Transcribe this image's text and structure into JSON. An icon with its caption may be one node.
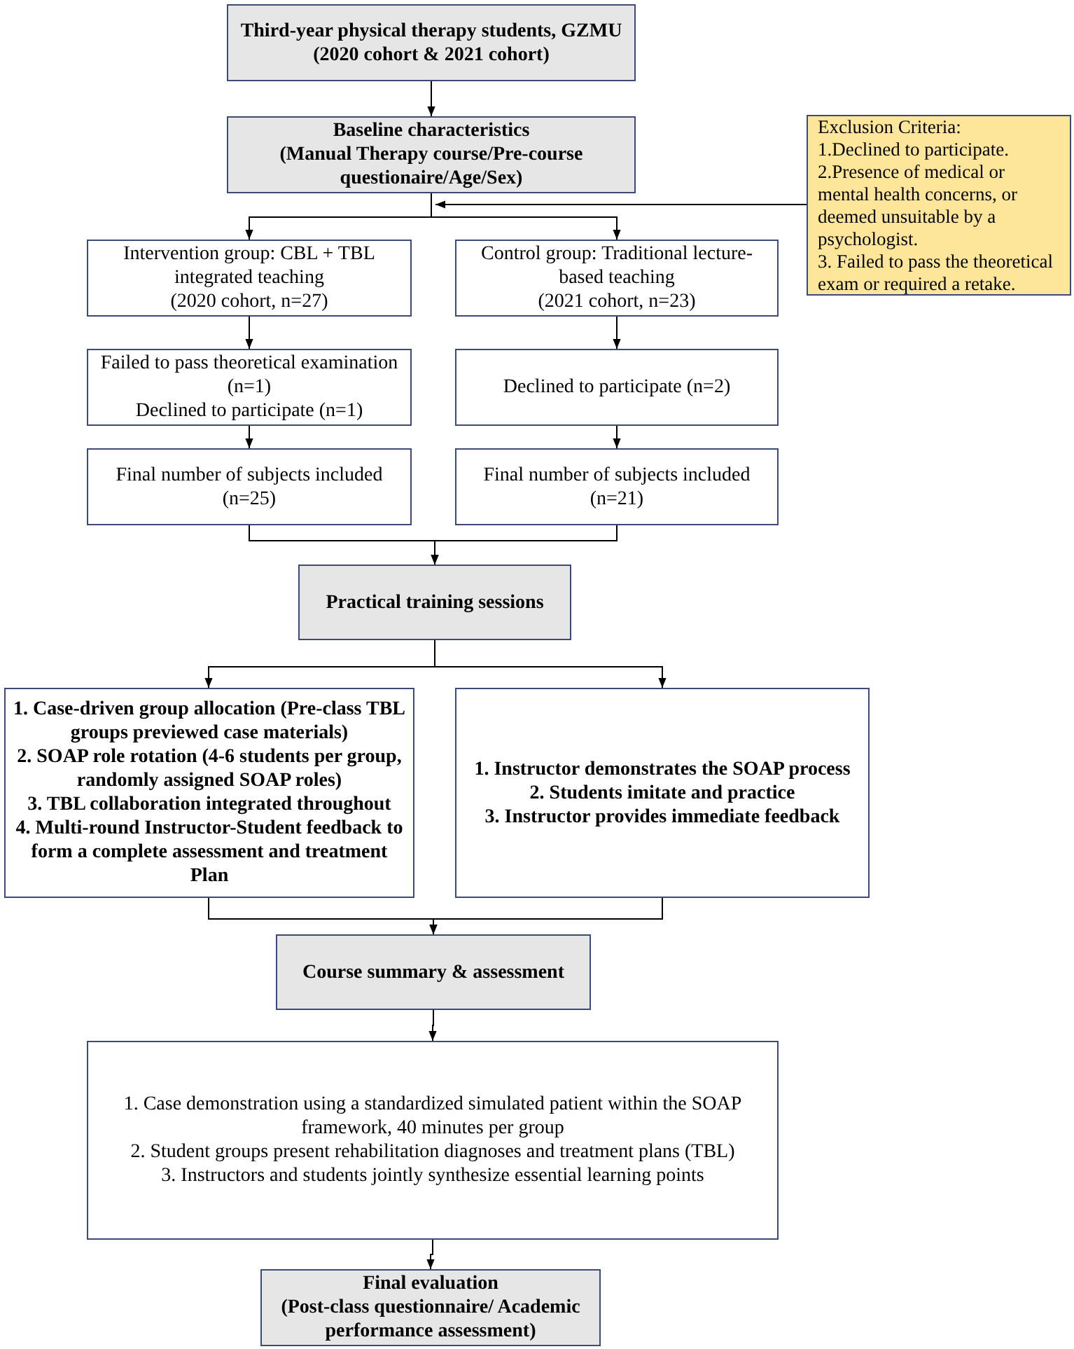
{
  "diagram": {
    "nodes": [
      {
        "text": [
          "Third-year physical therapy students, GZMU (2020 cohort & 2021 cohort)"
        ]
      },
      {
        "text": [
          "Baseline characteristics",
          "(Manual Therapy course/Pre-course questionaire/Age/Sex)"
        ]
      },
      {
        "text": [
          "Exclusion Criteria:",
          "1.Declined to participate.",
          "2.Presence of medical or mental health concerns, or deemed unsuitable by a psychologist.",
          "3. Failed to pass the theoretical exam or required a retake."
        ]
      },
      {
        "text": [
          "Intervention group: CBL + TBL integrated teaching",
          "(2020 cohort, n=27)"
        ]
      },
      {
        "text": [
          "Control group: Traditional lecture-based teaching",
          "(2021 cohort, n=23)"
        ]
      },
      {
        "text": [
          "Failed to pass theoretical examination (n=1)",
          "Declined to participate (n=1)"
        ]
      },
      {
        "text": [
          "Declined to participate (n=2)"
        ]
      },
      {
        "text": [
          "Final number of subjects included",
          "(n=25)"
        ]
      },
      {
        "text": [
          "Final number of subjects included",
          "(n=21)"
        ]
      },
      {
        "text": [
          "Practical training sessions"
        ]
      },
      {
        "text": [
          "1. Case-driven group allocation (Pre-class TBL groups previewed case materials)",
          "2. SOAP role rotation (4-6 students per group, randomly assigned SOAP roles)",
          "3. TBL collaboration integrated throughout",
          "4. Multi-round Instructor-Student feedback to form a complete assessment and treatment Plan"
        ]
      },
      {
        "text": [
          "1. Instructor demonstrates the SOAP process",
          "2. Students imitate and practice",
          "3. Instructor provides immediate feedback"
        ]
      },
      {
        "text": [
          "Course summary & assessment"
        ]
      },
      {
        "text": [
          "1. Case demonstration using a standardized simulated patient within the SOAP framework, 40 minutes per group",
          "2. Student groups present rehabilitation diagnoses and treatment plans (TBL)",
          "3. Instructors and students jointly synthesize essential learning points"
        ]
      },
      {
        "text": [
          "Final evaluation",
          "(Post-class questionnaire/ Academic performance assessment)"
        ]
      }
    ],
    "edges": [
      {
        "from": 0,
        "to": 1,
        "arrow": "to"
      },
      {
        "from": 1,
        "to": 3,
        "arrow": "to"
      },
      {
        "from": 1,
        "to": 4,
        "arrow": "to"
      },
      {
        "from": 2,
        "to": 1,
        "arrow": "to"
      },
      {
        "from": 3,
        "to": 5,
        "arrow": "to"
      },
      {
        "from": 4,
        "to": 6,
        "arrow": "to"
      },
      {
        "from": 5,
        "to": 7,
        "arrow": "to"
      },
      {
        "from": 6,
        "to": 8,
        "arrow": "to"
      },
      {
        "from": 7,
        "to": 9,
        "arrow": "to"
      },
      {
        "from": 8,
        "to": 9,
        "arrow": "to"
      },
      {
        "from": 9,
        "to": 10,
        "arrow": "to"
      },
      {
        "from": 9,
        "to": 11,
        "arrow": "to"
      },
      {
        "from": 10,
        "to": 12,
        "arrow": "to"
      },
      {
        "from": 11,
        "to": 12,
        "arrow": "to"
      },
      {
        "from": 12,
        "to": 13,
        "arrow": "to"
      },
      {
        "from": 13,
        "to": 14,
        "arrow": "to"
      }
    ]
  }
}
